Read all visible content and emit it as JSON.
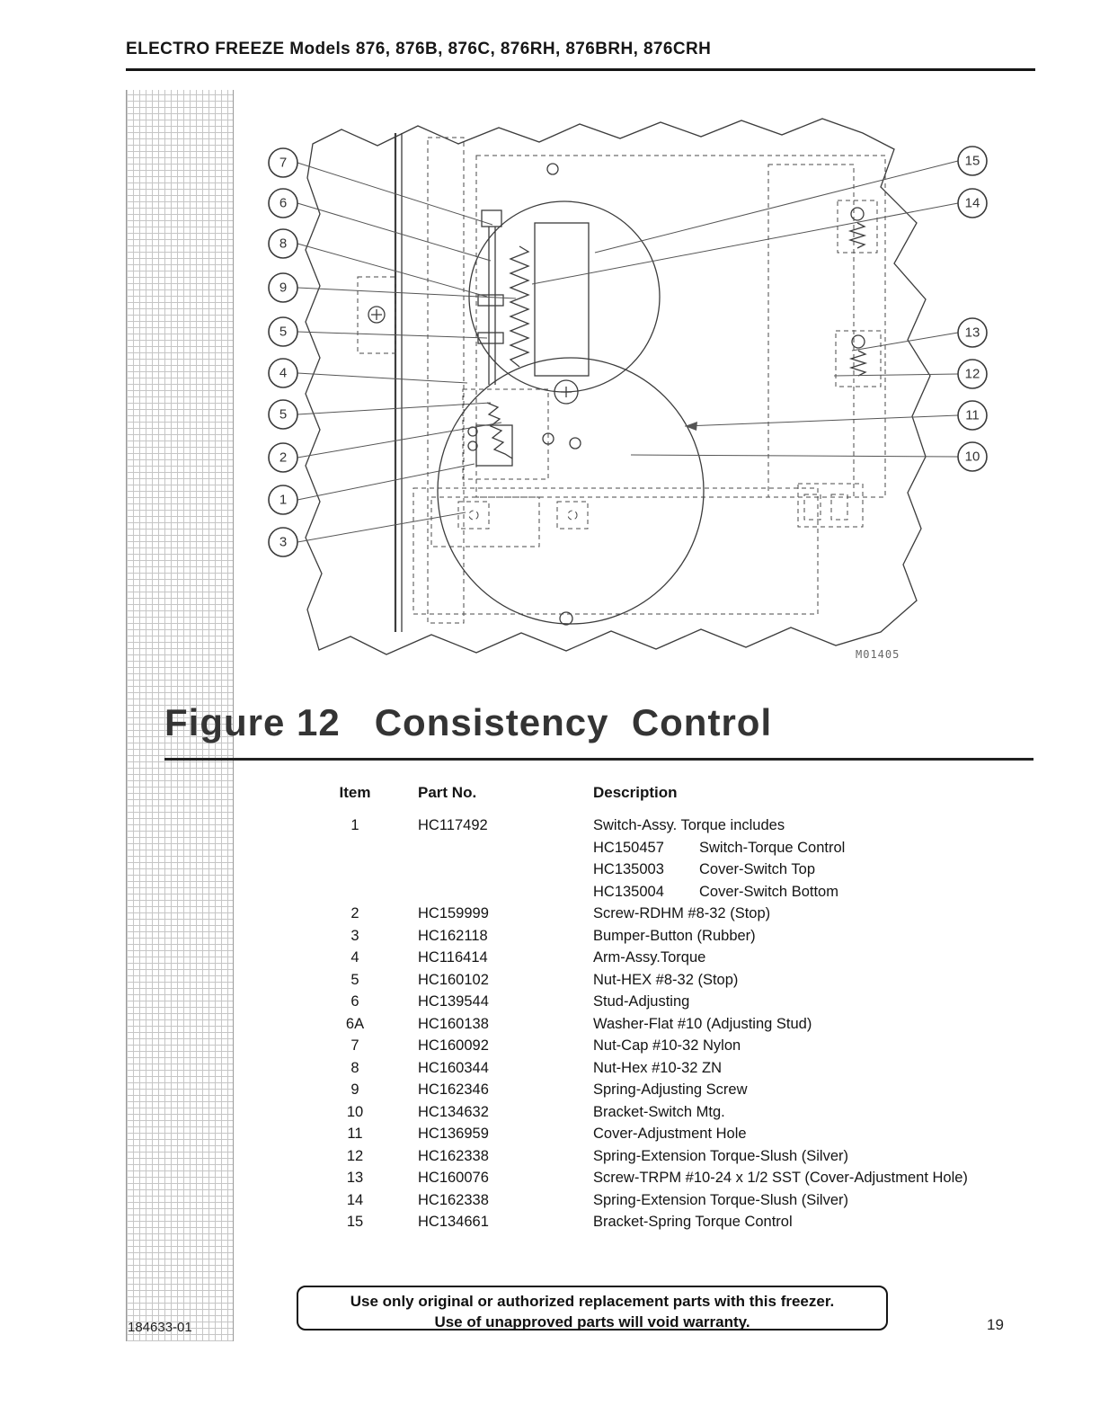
{
  "page": {
    "header_title": "ELECTRO FREEZE Models 876, 876B, 876C, 876RH, 876BRH, 876CRH",
    "figure_title": "Figure 12   Consistency  Control",
    "drawing_label": "M01405",
    "footer_left": "184633-01",
    "page_number": "19"
  },
  "warning": {
    "line1": "Use only original or authorized replacement parts with this freezer.",
    "line2": "Use of unapproved parts will void warranty."
  },
  "callouts": {
    "left": [
      "7",
      "6",
      "8",
      "9",
      "5",
      "4",
      "5",
      "2",
      "1",
      "3"
    ],
    "right": [
      "15",
      "14",
      "13",
      "12",
      "11",
      "10"
    ]
  },
  "parts_table": {
    "headers": [
      "Item",
      "Part No.",
      "Description"
    ],
    "rows": [
      {
        "item": "1",
        "part": "HC117492",
        "desc": "Switch-Assy. Torque includes"
      },
      {
        "item": "",
        "part": "",
        "sub_part": "HC150457",
        "desc": "Switch-Torque Control"
      },
      {
        "item": "",
        "part": "",
        "sub_part": "HC135003",
        "desc": "Cover-Switch Top"
      },
      {
        "item": "",
        "part": "",
        "sub_part": "HC135004",
        "desc": "Cover-Switch Bottom"
      },
      {
        "item": "2",
        "part": "HC159999",
        "desc": "Screw-RDHM #8-32 (Stop)"
      },
      {
        "item": "3",
        "part": "HC162118",
        "desc": "Bumper-Button (Rubber)"
      },
      {
        "item": "4",
        "part": "HC116414",
        "desc": "Arm-Assy.Torque"
      },
      {
        "item": "5",
        "part": "HC160102",
        "desc": "Nut-HEX #8-32 (Stop)"
      },
      {
        "item": "6",
        "part": "HC139544",
        "desc": "Stud-Adjusting"
      },
      {
        "item": "6A",
        "part": "HC160138",
        "desc": "Washer-Flat #10 (Adjusting Stud)"
      },
      {
        "item": "7",
        "part": "HC160092",
        "desc": "Nut-Cap #10-32 Nylon"
      },
      {
        "item": "8",
        "part": "HC160344",
        "desc": "Nut-Hex #10-32 ZN"
      },
      {
        "item": "9",
        "part": "HC162346",
        "desc": "Spring-Adjusting Screw"
      },
      {
        "item": "10",
        "part": "HC134632",
        "desc": "Bracket-Switch Mtg."
      },
      {
        "item": "11",
        "part": "HC136959",
        "desc": "Cover-Adjustment Hole"
      },
      {
        "item": "12",
        "part": "HC162338",
        "desc": "Spring-Extension Torque-Slush (Silver)"
      },
      {
        "item": "13",
        "part": "HC160076",
        "desc": "Screw-TRPM #10-24 x 1/2 SST (Cover-Adjustment Hole)"
      },
      {
        "item": "14",
        "part": "HC162338",
        "desc": "Spring-Extension Torque-Slush (Silver)"
      },
      {
        "item": "15",
        "part": "HC134661",
        "desc": "Bracket-Spring Torque Control"
      }
    ]
  }
}
